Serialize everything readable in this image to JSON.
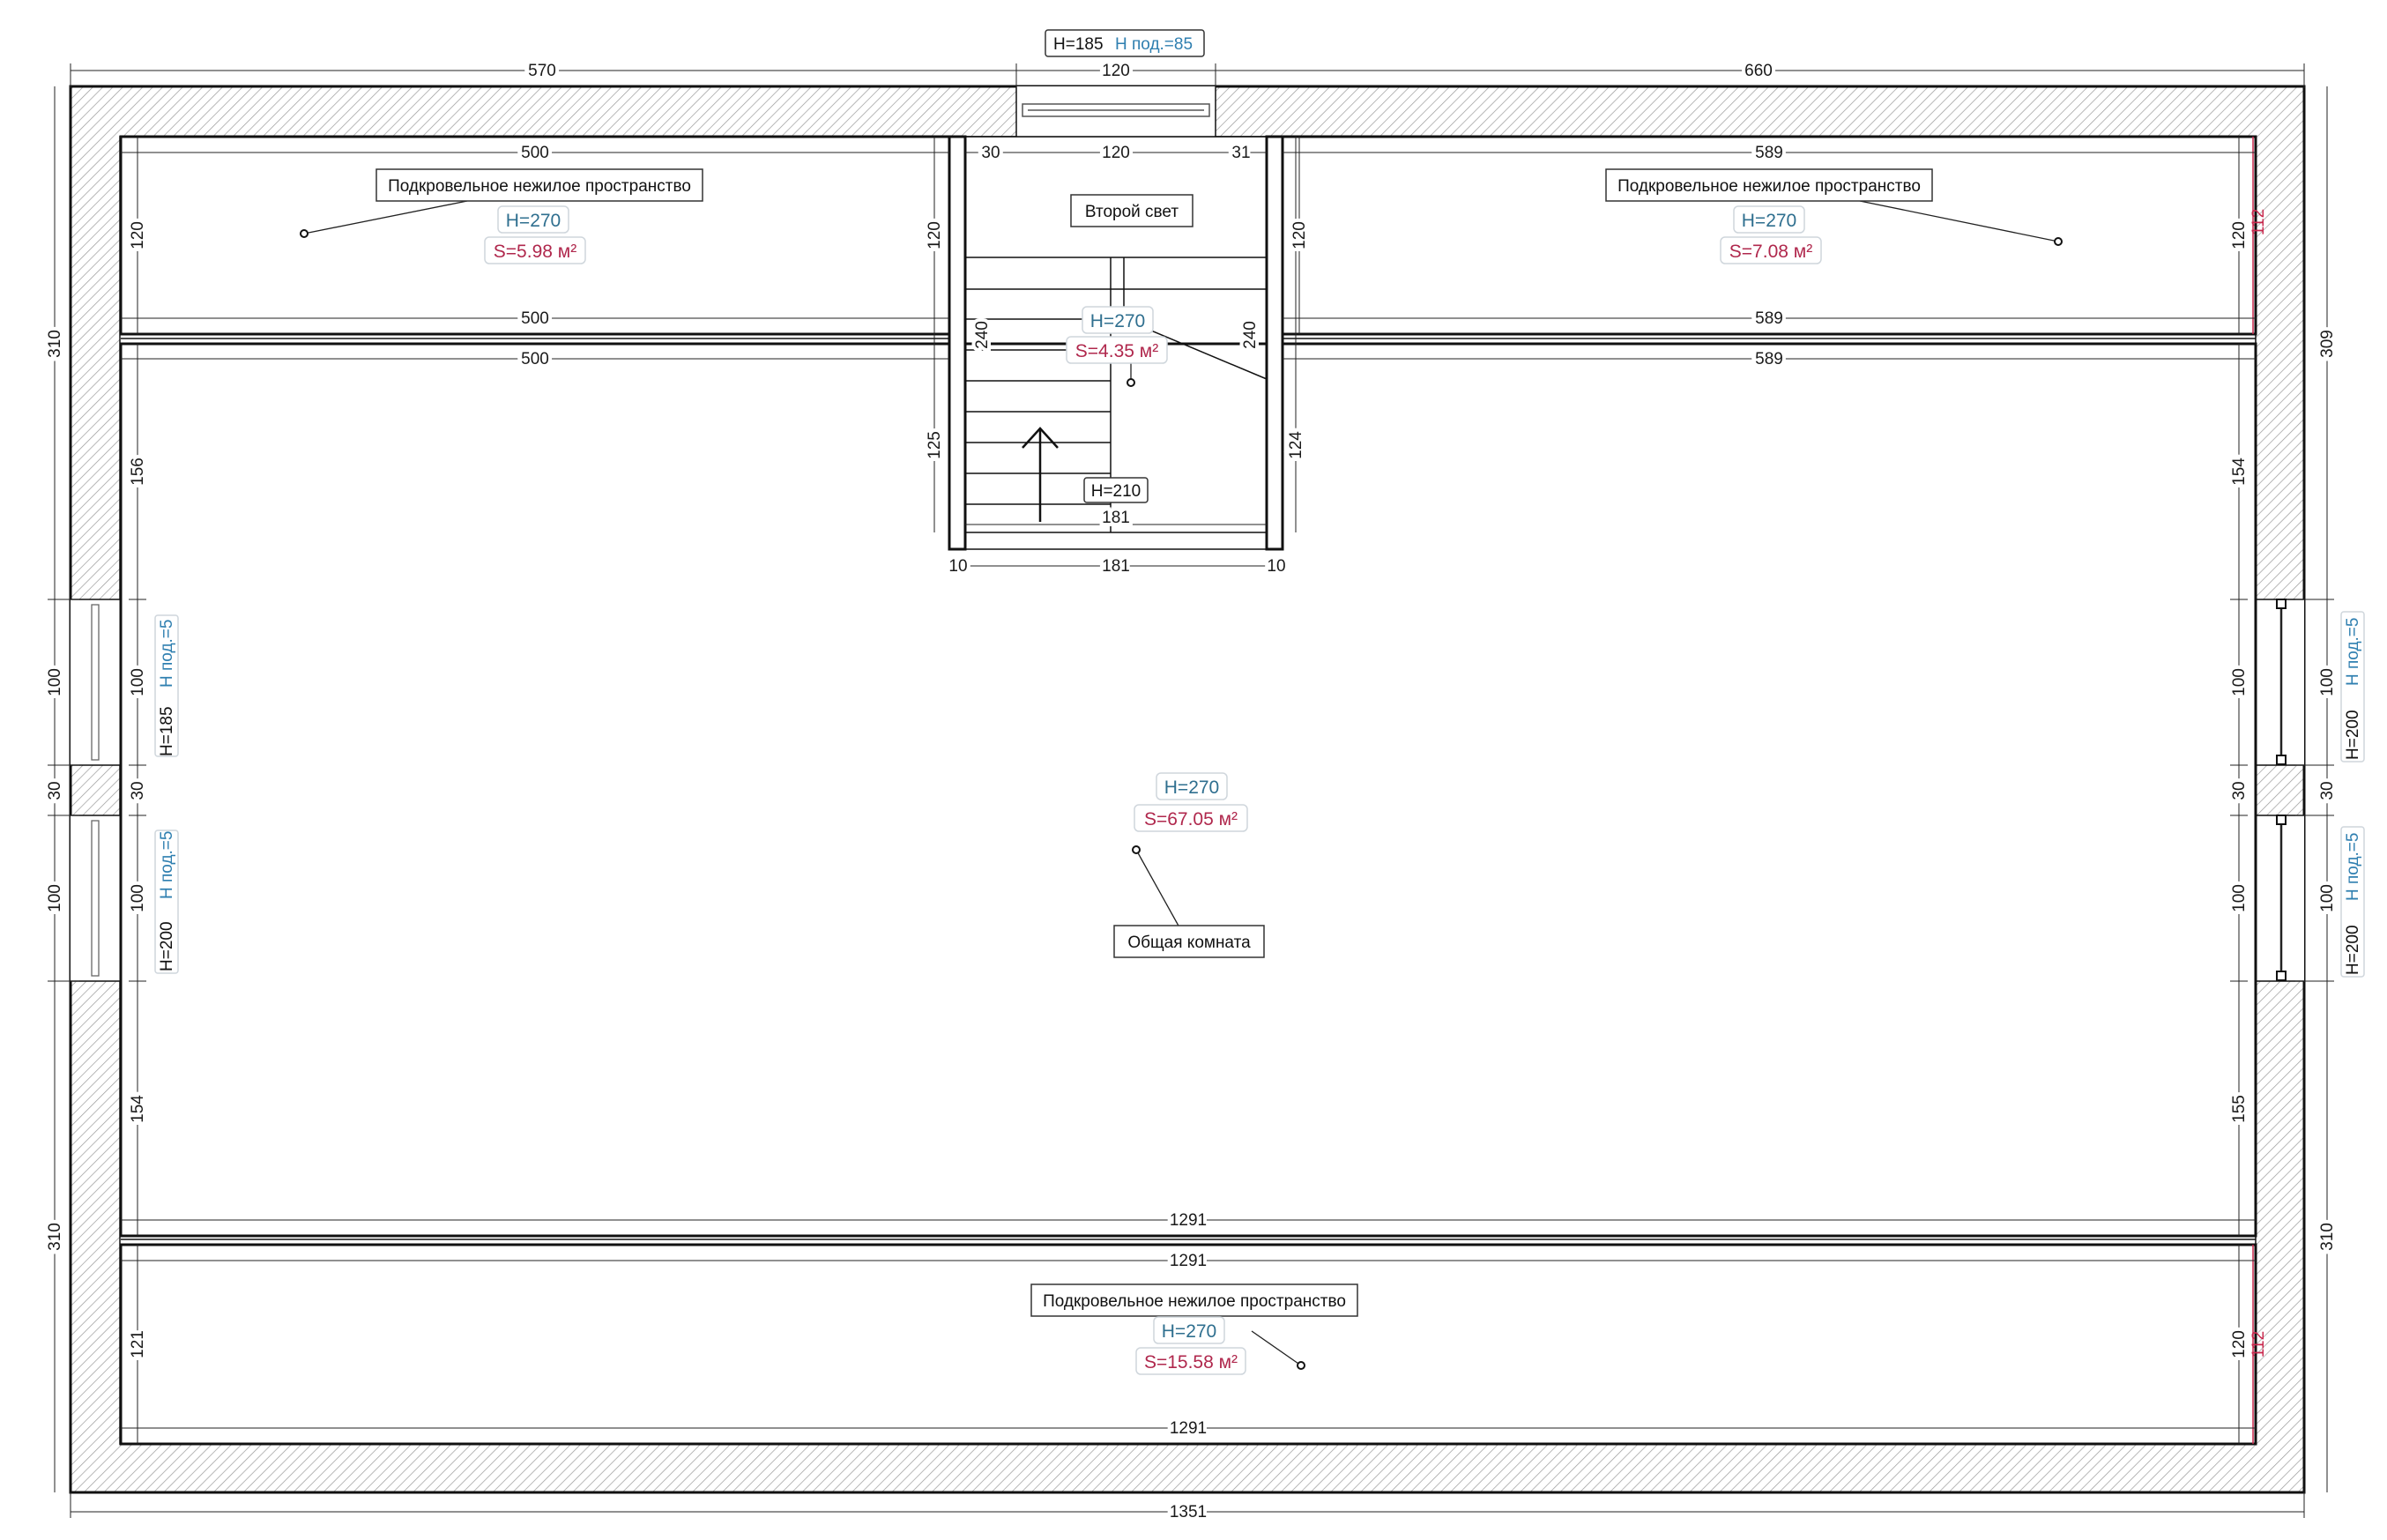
{
  "dims": {
    "top_left": "570",
    "top_door": "120",
    "top_right": "660",
    "bottom_total": "1351",
    "left_upper": "310",
    "left_win1": "100",
    "left_gap": "30",
    "left_win2": "100",
    "left_lower": "310",
    "right_upper": "309",
    "right_win1": "100",
    "right_gap": "30",
    "right_win2": "100",
    "right_lower": "310",
    "stair_top_left": "30",
    "stair_top_mid": "120",
    "stair_top_right": "31",
    "stair_bottom_left": "10",
    "stair_bottom_mid": "181",
    "stair_bottom_right": "10",
    "stair_inner_width": "181",
    "stair_left_upper": "240",
    "stair_right_upper": "240",
    "stair_left_lower": "125",
    "stair_right_lower": "124",
    "tl_room_top": "500",
    "tl_room_bottom": "500",
    "tl_room_left": "120",
    "tl_room_right": "120",
    "tr_room_top": "589",
    "tr_room_bottom": "589",
    "tr_room_left": "120",
    "tr_room_right": "120",
    "tr_room_red": "112",
    "main_top_left": "500",
    "main_top_right": "589",
    "main_bottom": "1291",
    "main_left_upper": "156",
    "main_left_win1": "100",
    "main_left_gap": "30",
    "main_left_win2": "100",
    "main_left_lower": "154",
    "main_right_upper": "154",
    "main_right_win1": "100",
    "main_right_gap": "30",
    "main_right_win2": "100",
    "main_right_lower": "155",
    "bottom_room_top": "1291",
    "bottom_room_bottom": "1291",
    "bottom_room_left": "121",
    "bottom_room_right": "120",
    "bottom_room_red": "112"
  },
  "openings": {
    "top_door_h": "H=185",
    "top_door_sill": "H под.=85",
    "left_win1_h": "H=185",
    "left_win1_sill": "H под.=5",
    "left_win2_h": "H=200",
    "left_win2_sill": "H под.=5",
    "right_win1_h": "H=200",
    "right_win1_sill": "H под.=5",
    "right_win2_h": "H=200",
    "right_win2_sill": "H под.=5",
    "stair_opening_h": "H=210"
  },
  "rooms": {
    "tl": {
      "label": "Подкровельное нежилое пространство",
      "h": "H=270",
      "s": "S=5.98 м²"
    },
    "tr": {
      "label": "Подкровельное нежилое пространство",
      "h": "H=270",
      "s": "S=7.08 м²"
    },
    "stair": {
      "label": "Второй свет",
      "h": "H=270",
      "s": "S=4.35 м²"
    },
    "main": {
      "label": "Общая комната",
      "h": "H=270",
      "s": "S=67.05 м²"
    },
    "bottom": {
      "label": "Подкровельное нежилое пространство",
      "h": "H=270",
      "s": "S=15.58 м²"
    }
  },
  "colors": {
    "height": "#2f6f8f",
    "area": "#b0284d",
    "hatch": "#9a9a9a",
    "wall": "#111111"
  }
}
